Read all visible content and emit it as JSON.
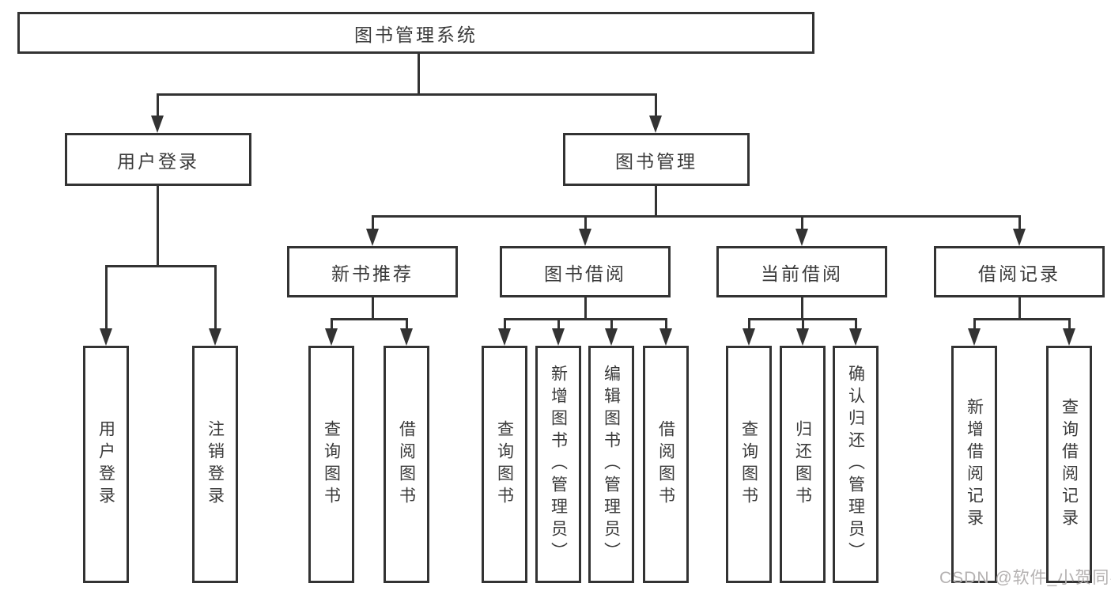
{
  "root": {
    "label": "图书管理系统"
  },
  "branches": {
    "user_login": {
      "label": "用户登录",
      "children": [
        {
          "label": "用户登录"
        },
        {
          "label": "注销登录"
        }
      ]
    },
    "book_mgmt": {
      "label": "图书管理",
      "children": [
        {
          "label": "新书推荐",
          "children": [
            {
              "label": "查询图书"
            },
            {
              "label": "借阅图书"
            }
          ]
        },
        {
          "label": "图书借阅",
          "children": [
            {
              "label": "查询图书"
            },
            {
              "label": "新增图书（管理员）"
            },
            {
              "label": "编辑图书（管理员）"
            },
            {
              "label": "借阅图书"
            }
          ]
        },
        {
          "label": "当前借阅",
          "children": [
            {
              "label": "查询图书"
            },
            {
              "label": "归还图书"
            },
            {
              "label": "确认归还（管理员）"
            }
          ]
        },
        {
          "label": "借阅记录",
          "children": [
            {
              "label": "新增借阅记录"
            },
            {
              "label": "查询借阅记录"
            }
          ]
        }
      ]
    }
  },
  "watermark": "CSDN @软件_小贺同学",
  "icons": {
    "arrowhead_down": "css-triangle-down"
  },
  "colors": {
    "line": "#333333",
    "text": "#3a3a3a",
    "watermark": "#b4b1b1",
    "background": "#ffffff"
  }
}
